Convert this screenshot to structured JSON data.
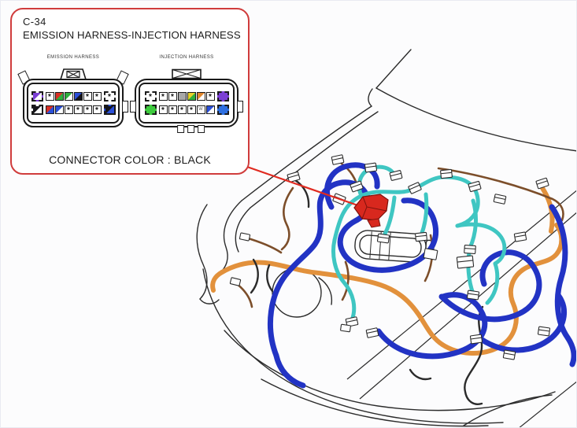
{
  "callout": {
    "id": "C-34",
    "title": "EMISSION HARNESS-INJECTION HARNESS",
    "connector_color_label": "CONNECTOR COLOR : BLACK",
    "star_glyph": "*",
    "connectors": [
      {
        "name": "EMISSION HARNESS",
        "rows": [
          [
            {
              "size": "large",
              "type": "split",
              "c1": "#7b3fd4",
              "c2": "#ffffff"
            },
            {
              "size": "small",
              "type": "star"
            },
            {
              "size": "small",
              "type": "split",
              "c1": "#d93025",
              "c2": "#2fae3c"
            },
            {
              "size": "small",
              "type": "split",
              "c1": "#2fae3c",
              "c2": "#ffffff"
            },
            {
              "size": "small",
              "type": "split",
              "c1": "#2b50d8",
              "c2": "#15151a"
            },
            {
              "size": "small",
              "type": "star"
            },
            {
              "size": "small",
              "type": "star"
            },
            {
              "size": "large",
              "type": "star"
            }
          ],
          [
            {
              "size": "large",
              "type": "split",
              "c1": "#15151a",
              "c2": "#ffffff"
            },
            {
              "size": "small",
              "type": "split",
              "c1": "#d93025",
              "c2": "#2b50d8"
            },
            {
              "size": "small",
              "type": "split",
              "c1": "#2b50d8",
              "c2": "#ffffff"
            },
            {
              "size": "small",
              "type": "star"
            },
            {
              "size": "small",
              "type": "star"
            },
            {
              "size": "small",
              "type": "star"
            },
            {
              "size": "small",
              "type": "star"
            },
            {
              "size": "large",
              "type": "split",
              "c1": "#15151a",
              "c2": "#2b50d8"
            }
          ]
        ]
      },
      {
        "name": "INJECTION HARNESS",
        "rows": [
          [
            {
              "size": "large",
              "type": "star"
            },
            {
              "size": "small",
              "type": "star"
            },
            {
              "size": "small",
              "type": "star"
            },
            {
              "size": "small",
              "type": "solid",
              "c1": "#a8a8a8"
            },
            {
              "size": "small",
              "type": "split",
              "c1": "#e8d22a",
              "c2": "#2fae3c"
            },
            {
              "size": "small",
              "type": "split",
              "c1": "#e0872f",
              "c2": "#ffffff"
            },
            {
              "size": "small",
              "type": "star"
            },
            {
              "size": "large",
              "type": "solid",
              "c1": "#7b3fd4"
            }
          ],
          [
            {
              "size": "large",
              "type": "solid",
              "c1": "#3ecb3e"
            },
            {
              "size": "small",
              "type": "star"
            },
            {
              "size": "small",
              "type": "star"
            },
            {
              "size": "small",
              "type": "star"
            },
            {
              "size": "small",
              "type": "star"
            },
            {
              "size": "small",
              "type": "label",
              "text": "W"
            },
            {
              "size": "small",
              "type": "split",
              "c1": "#2b50d8",
              "c2": "#ffffff"
            },
            {
              "size": "large",
              "type": "solid",
              "c1": "#2e6fe0"
            }
          ]
        ]
      }
    ]
  },
  "colors": {
    "callout_border": "#d03c3c",
    "leader": "#e02a20",
    "marker": "#d8281e",
    "blue": "#2233c4",
    "cyan": "#3fc6c2",
    "orange": "#e2913c",
    "brown": "#7c4e2a",
    "line": "#2b2b2b"
  }
}
